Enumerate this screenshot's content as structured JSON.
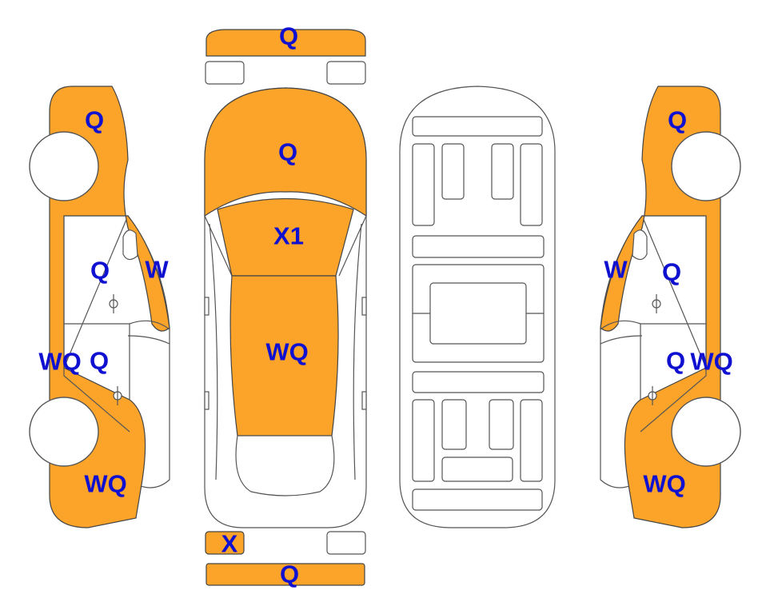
{
  "colors": {
    "damaged_panel": "#fca42a",
    "code_text": "#1010d0",
    "outline": "#555555"
  },
  "labels": {
    "front_bumper": "Q",
    "hood": "Q",
    "roof": "X1",
    "rear": "WQ",
    "rear_light_left": "X",
    "rear_bumper": "Q",
    "left_front": "Q",
    "left_window": "W",
    "left_front_door": "Q",
    "left_rear_door_w": "WQ",
    "left_rear_door": "Q",
    "left_rear": "WQ",
    "right_front": "Q",
    "right_window": "W",
    "right_front_door": "Q",
    "right_rear_door": "Q",
    "right_rear_door_w": "WQ",
    "right_rear": "WQ"
  }
}
